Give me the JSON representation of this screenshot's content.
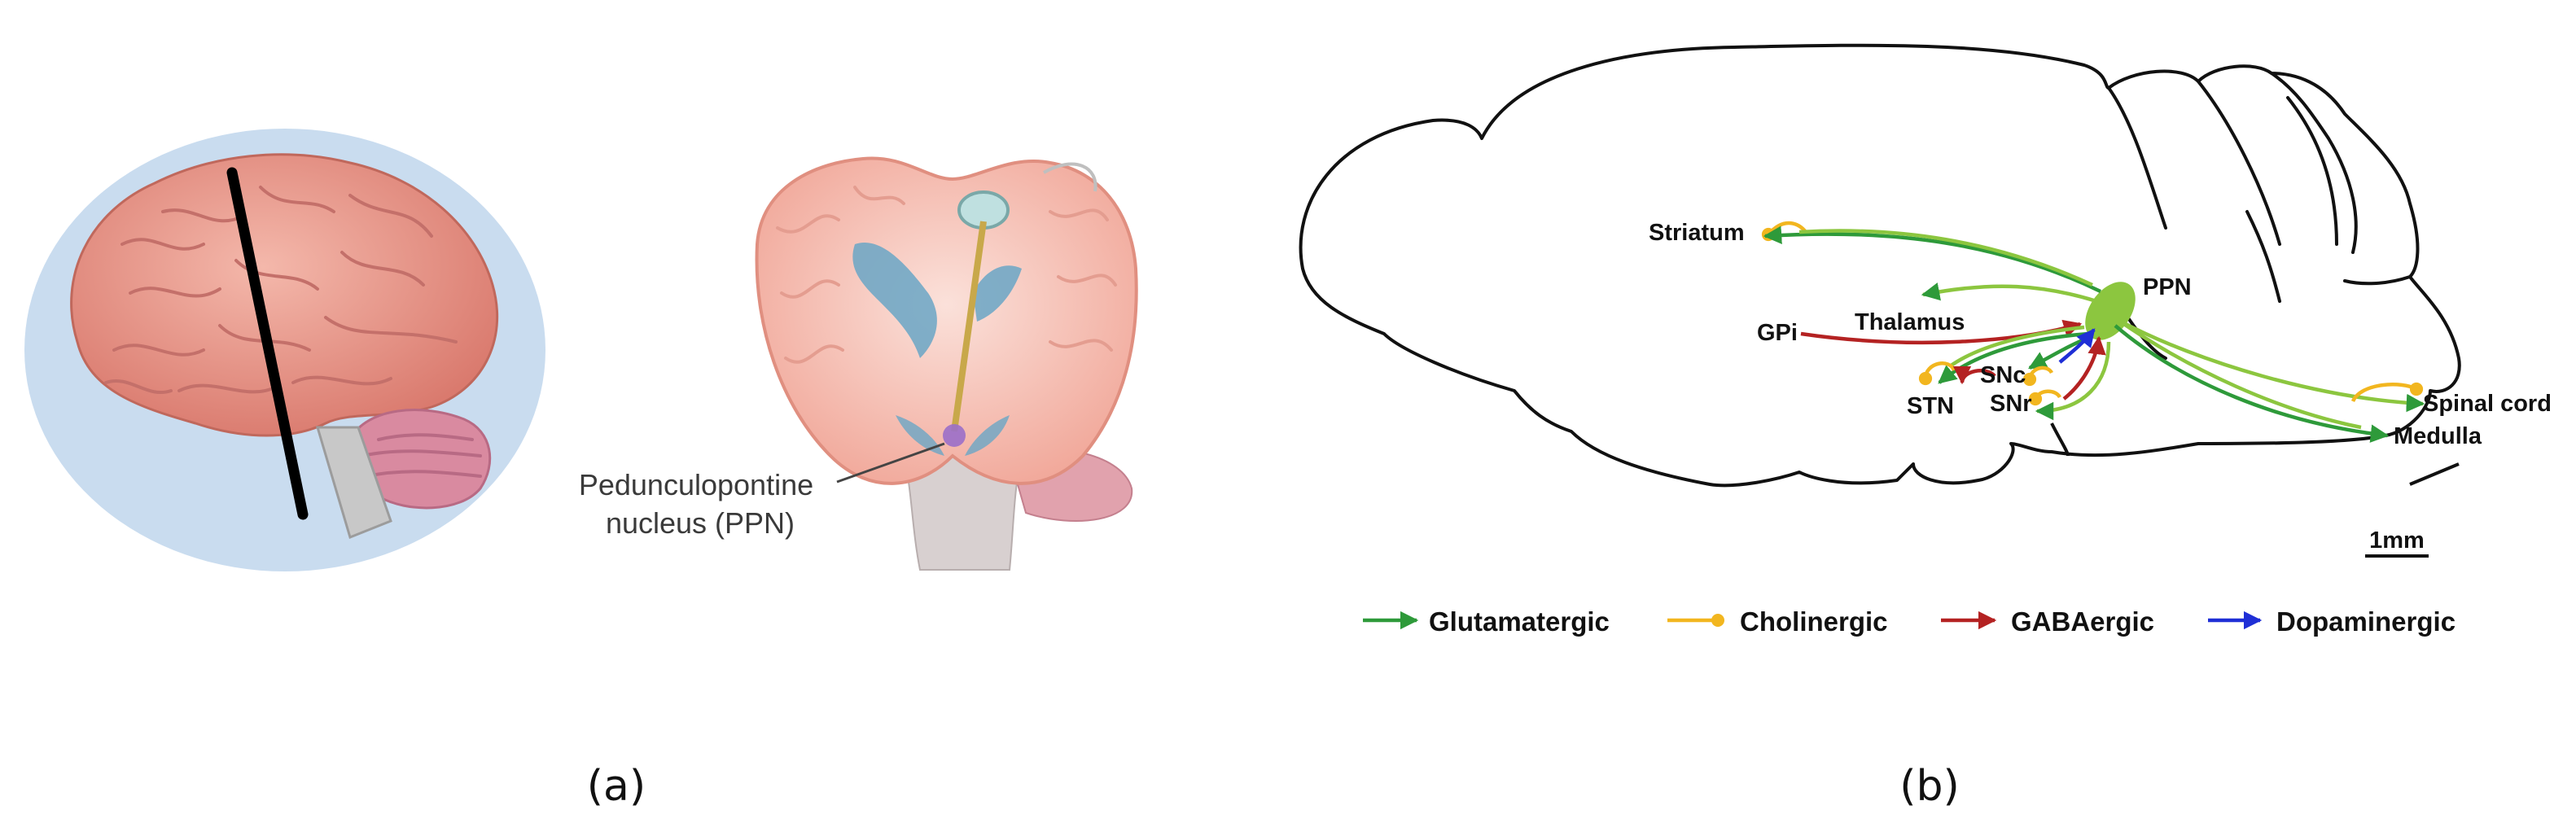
{
  "panel_a": {
    "label": "(a)",
    "callout": [
      "Pedunculopontine",
      "nucleus (PPN)"
    ]
  },
  "panel_b": {
    "label": "(b)",
    "regions": {
      "striatum": "Striatum",
      "ppn": "PPN",
      "gpi": "GPi",
      "thalamus": "Thalamus",
      "snc": "SNc",
      "stn": "STN",
      "snr": "SNr",
      "spinal_cord": "Spinal cord",
      "medulla": "Medulla"
    },
    "scale_bar": "1mm",
    "legend": [
      {
        "label": "Glutamatergic",
        "color": "#2e9a3a"
      },
      {
        "label": "Cholinergic",
        "color": "#f2b61f"
      },
      {
        "label": "GABAergic",
        "color": "#b42222"
      },
      {
        "label": "Dopaminergic",
        "color": "#1f2fd6"
      }
    ]
  },
  "colors": {
    "glutamatergic": "#2e9a3a",
    "cholinergic": "#f2b61f",
    "gabaergic": "#b42222",
    "dopaminergic": "#1f2fd6",
    "mixed": "#8cc63f",
    "ppn_fill": "#8cc63f",
    "brain_pink": "#e99a8c",
    "cerebellum": "#d98aa0",
    "background_circle": "#c9dcef"
  }
}
